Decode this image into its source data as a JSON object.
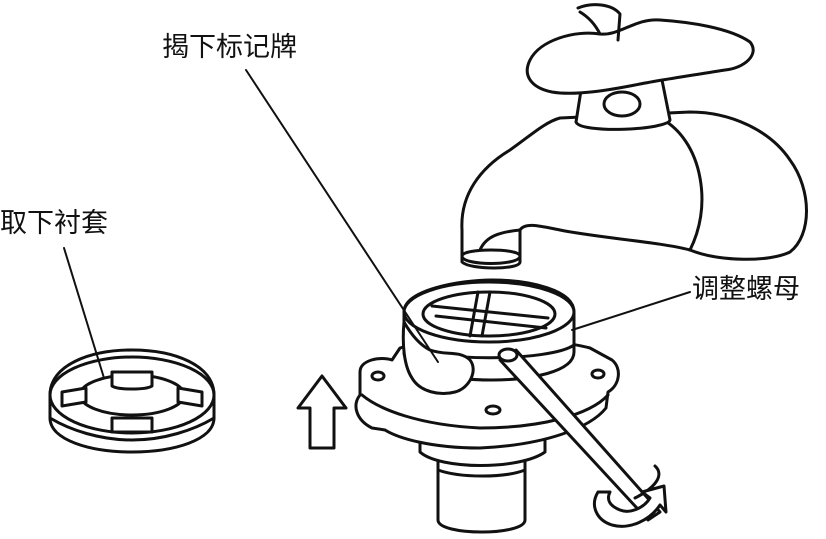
{
  "labels": {
    "remove_tag": "揭下标记牌",
    "remove_bushing": "取下衬套",
    "adjust_nut": "调整螺母"
  },
  "colors": {
    "line": "#111111",
    "background": "#ffffff"
  },
  "icons": {
    "lift_arrow": "up-arrow-icon",
    "rotate_arrow": "rotate-arrow-icon"
  }
}
